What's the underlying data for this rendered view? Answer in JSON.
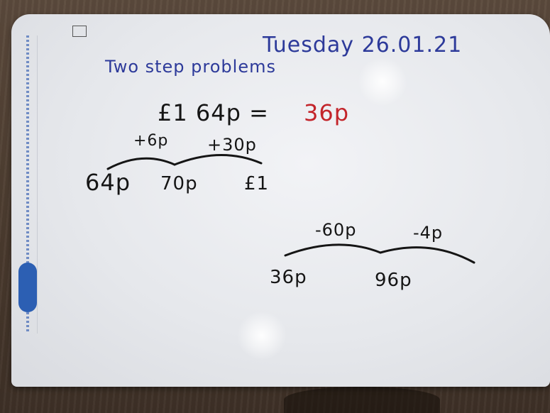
{
  "board": {
    "date": "Tuesday 26.01.21",
    "title": "Two step problems",
    "equation": {
      "left": "£1 64p =",
      "answer": "36p"
    },
    "number_line_1": {
      "step1": "+6p",
      "step2": "+30p",
      "start": "64p",
      "mid": "70p",
      "end": "£1"
    },
    "number_line_2": {
      "step1": "-60p",
      "step2": "-4p",
      "start": "36p",
      "mid": "96p"
    }
  },
  "colors": {
    "marker_blue": "#2d3a9a",
    "marker_black": "#151515",
    "marker_red": "#c3242a"
  }
}
